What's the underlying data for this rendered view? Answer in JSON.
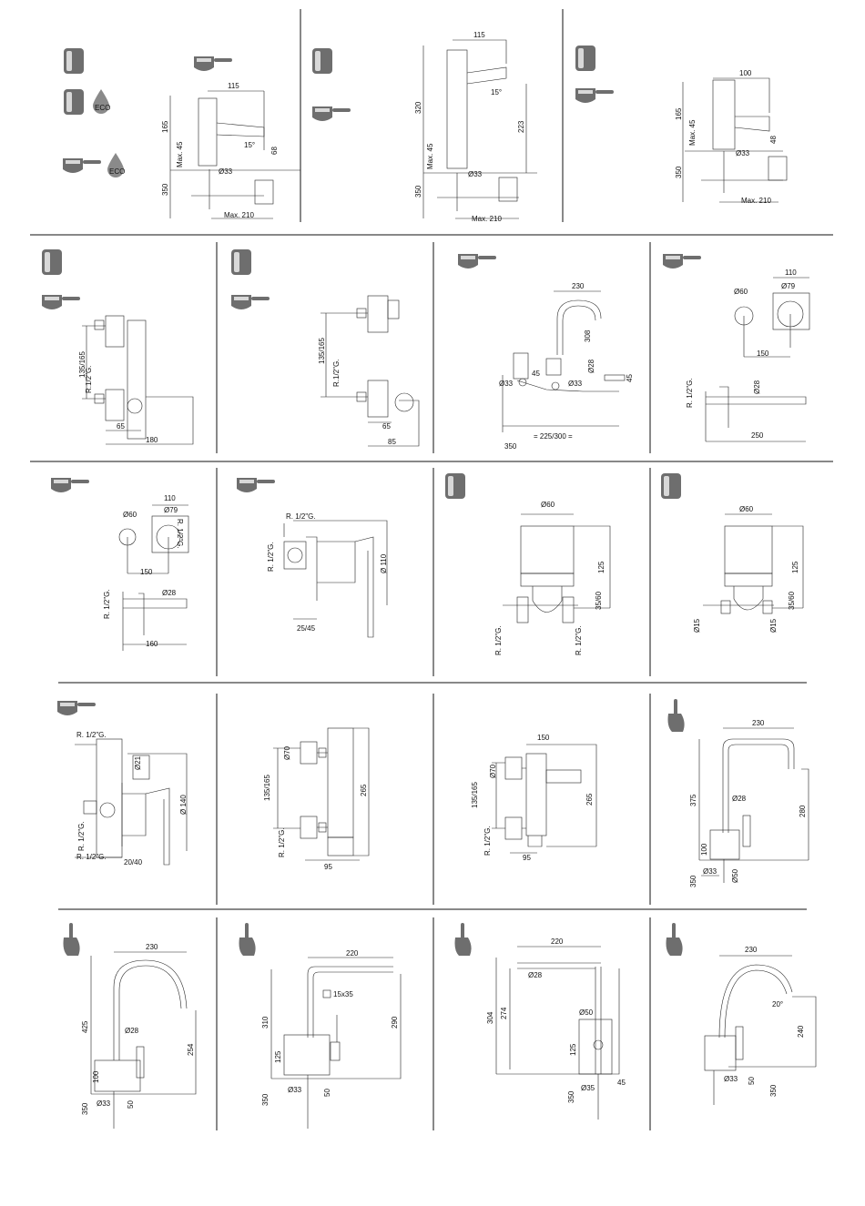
{
  "drop_label": "ECO",
  "panels": [
    {
      "id": "p1",
      "icons": [
        "cartridge-icon",
        "cartridge-icon",
        "lever-handle-icon"
      ],
      "eco_drops": 2,
      "labels": [
        "115",
        "165",
        "Max. 45",
        "15°",
        "68",
        "Ø33",
        "350",
        "Max. 210"
      ]
    },
    {
      "id": "p2",
      "icons": [
        "cartridge-icon",
        "lever-handle-icon"
      ],
      "labels": [
        "115",
        "320",
        "15°",
        "223",
        "Max. 45",
        "Ø33",
        "350",
        "Max. 210"
      ]
    },
    {
      "id": "p3",
      "icons": [
        "cartridge-icon",
        "lever-handle-icon"
      ],
      "labels": [
        "100",
        "165",
        "Max. 45",
        "48",
        "Ø33",
        "350",
        "Max. 210"
      ]
    },
    {
      "id": "p4",
      "icons": [
        "cartridge-icon",
        "lever-handle-icon"
      ],
      "labels": [
        "135/165",
        "R.1/2\"G.",
        "65",
        "180"
      ]
    },
    {
      "id": "p5",
      "icons": [
        "cartridge-icon",
        "lever-handle-icon"
      ],
      "labels": [
        "135/165",
        "R.1/2\"G.",
        "65",
        "85"
      ]
    },
    {
      "id": "p6",
      "icons": [
        "lever-handle-icon"
      ],
      "labels": [
        "230",
        "308",
        "Ø28",
        "Ø33",
        "45",
        "Ø33",
        "45",
        "= 225/300 =",
        "350"
      ]
    },
    {
      "id": "p7",
      "icons": [
        "lever-handle-icon"
      ],
      "labels": [
        "110",
        "Ø60",
        "Ø79",
        "150",
        "R. 1/2\"G.",
        "Ø28",
        "250"
      ]
    },
    {
      "id": "p8",
      "icons": [
        "lever-handle-icon"
      ],
      "labels": [
        "110",
        "Ø79",
        "Ø60",
        "R. 1/2\"G.",
        "150",
        "R. 1/2\"G.",
        "Ø28",
        "160"
      ]
    },
    {
      "id": "p9",
      "icons": [
        "lever-handle-icon"
      ],
      "labels": [
        "R. 1/2\"G.",
        "R. 1/2\"G.",
        "Ø 110",
        "25/45"
      ]
    },
    {
      "id": "p10",
      "icons": [
        "cartridge-icon"
      ],
      "labels": [
        "Ø60",
        "125",
        "35/60",
        "R. 1/2\"G.",
        "R. 1/2\"G."
      ]
    },
    {
      "id": "p11",
      "icons": [
        "cartridge-icon"
      ],
      "labels": [
        "Ø60",
        "125",
        "35/60",
        "Ø15",
        "Ø15"
      ]
    },
    {
      "id": "p12",
      "icons": [
        "lever-handle-icon"
      ],
      "labels": [
        "R. 1/2\"G.",
        "Ø21",
        "Ø 140",
        "R. 1/2\"G.",
        "R. 1/2\"G.",
        "20/40"
      ]
    },
    {
      "id": "p13",
      "icons": [],
      "labels": [
        "Ø70",
        "135/165",
        "265",
        "R. 1/2\"G.",
        "95"
      ]
    },
    {
      "id": "p14",
      "icons": [],
      "labels": [
        "150",
        "Ø70",
        "135/165",
        "265",
        "R. 1/2\"G.",
        "95"
      ]
    },
    {
      "id": "p15",
      "icons": [
        "side-lever-icon"
      ],
      "labels": [
        "230",
        "375",
        "Ø28",
        "280",
        "100",
        "350",
        "Ø33",
        "Ø50"
      ]
    },
    {
      "id": "p16",
      "icons": [
        "side-lever-icon"
      ],
      "labels": [
        "230",
        "425",
        "Ø28",
        "254",
        "100",
        "350",
        "Ø33",
        "50"
      ]
    },
    {
      "id": "p17",
      "icons": [
        "side-lever-icon"
      ],
      "labels": [
        "220",
        "15x35",
        "310",
        "290",
        "125",
        "350",
        "Ø33",
        "50"
      ]
    },
    {
      "id": "p18",
      "icons": [
        "side-lever-icon"
      ],
      "labels": [
        "220",
        "Ø28",
        "304",
        "274",
        "Ø50",
        "125",
        "350",
        "Ø35",
        "45"
      ]
    },
    {
      "id": "p19",
      "icons": [
        "side-lever-icon"
      ],
      "labels": [
        "230",
        "20°",
        "240",
        "Ø33",
        "50",
        "350"
      ]
    }
  ]
}
